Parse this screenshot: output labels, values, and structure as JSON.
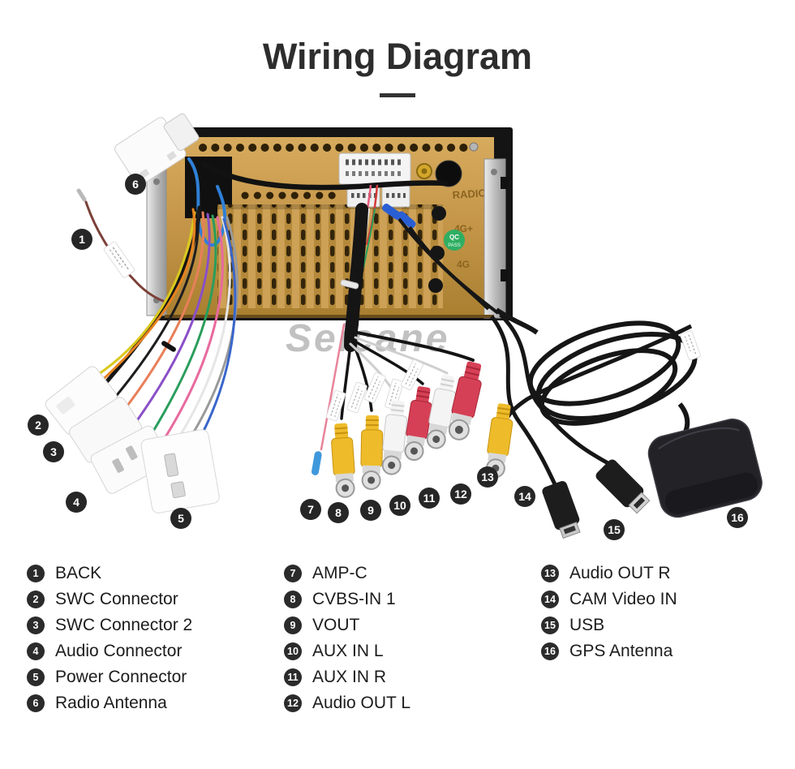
{
  "title": "Wiring Diagram",
  "watermark": "Seicane",
  "unit_panel": {
    "radio_label": "RADIO",
    "port_label_4g_top": "4G+",
    "port_label_4g_bottom": "4G",
    "qc_line1": "QC",
    "qc_line2": "PASS"
  },
  "callouts": {
    "c1": "1",
    "c2": "2",
    "c3": "3",
    "c4": "4",
    "c5": "5",
    "c6": "6",
    "c7": "7",
    "c8": "8",
    "c9": "9",
    "c10": "10",
    "c11": "11",
    "c12": "12",
    "c13": "13",
    "c14": "14",
    "c15": "15",
    "c16": "16"
  },
  "legend": {
    "col1": [
      {
        "num": "1",
        "label": "BACK"
      },
      {
        "num": "2",
        "label": "SWC Connector"
      },
      {
        "num": "3",
        "label": "SWC Connector 2"
      },
      {
        "num": "4",
        "label": "Audio Connector"
      },
      {
        "num": "5",
        "label": "Power Connector"
      },
      {
        "num": "6",
        "label": "Radio Antenna"
      }
    ],
    "col2": [
      {
        "num": "7",
        "label": "AMP-C"
      },
      {
        "num": "8",
        "label": "CVBS-IN 1"
      },
      {
        "num": "9",
        "label": "VOUT"
      },
      {
        "num": "10",
        "label": "AUX IN L"
      },
      {
        "num": "11",
        "label": "AUX IN R"
      },
      {
        "num": "12",
        "label": "Audio OUT L"
      }
    ],
    "col3": [
      {
        "num": "13",
        "label": "Audio OUT R"
      },
      {
        "num": "14",
        "label": "CAM Video IN"
      },
      {
        "num": "15",
        "label": "USB"
      },
      {
        "num": "16",
        "label": "GPS Antenna"
      }
    ]
  },
  "colors": {
    "badge_bg": "#262626",
    "panel_gold": "#c49548",
    "rca_yellow": "#eebc2a",
    "rca_red": "#d64056",
    "rca_white": "#f4f4f4",
    "qc_sticker_green": "#2fae62"
  }
}
